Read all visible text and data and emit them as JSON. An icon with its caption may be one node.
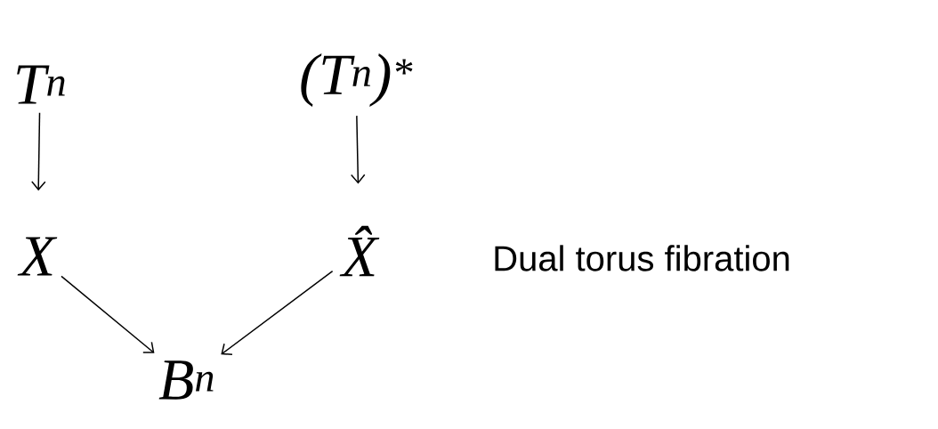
{
  "diagram": {
    "nodes": [
      {
        "text": [
          "T$^{n}$"
        ]
      },
      {
        "text": [
          "(T$^{n}$)$^{*}$"
        ]
      },
      {
        "text": [
          "X"
        ]
      },
      {
        "text": [
          "X̂"
        ]
      },
      {
        "text": [
          "B$^{n}$"
        ]
      }
    ],
    "edges": [
      {
        "from": 0,
        "to": 2,
        "arrow": "to"
      },
      {
        "from": 1,
        "to": 3,
        "arrow": "to"
      },
      {
        "from": 2,
        "to": 4,
        "arrow": "to"
      },
      {
        "from": 3,
        "to": 4,
        "arrow": "to"
      }
    ],
    "labels": [
      "Dual torus fibration"
    ]
  }
}
